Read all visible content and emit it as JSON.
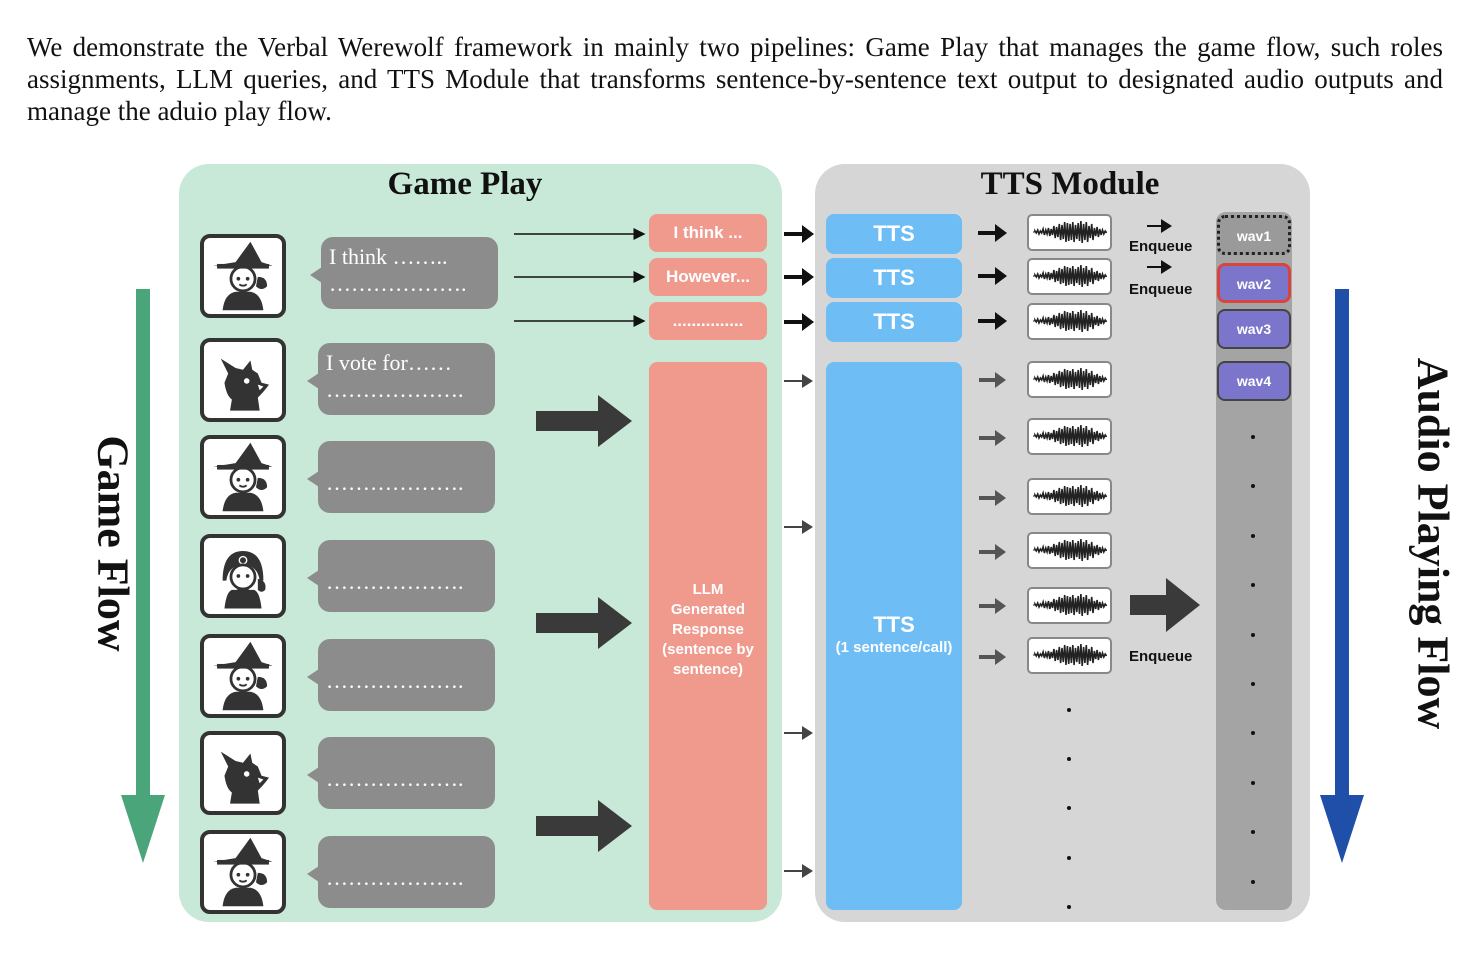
{
  "intro_text": "We demonstrate the Verbal Werewolf framework in mainly two pipelines: Game Play that manages the game flow, such roles assignments, LLM queries, and TTS Module that transforms sentence-by-sentence text output to designated audio outputs and manage the aduio play flow.",
  "game_play": {
    "title": "Game Play",
    "avatars": [
      "witch-player-icon",
      "werewolf-icon",
      "witch-player-icon",
      "seer-icon",
      "witch-player-icon",
      "werewolf-icon",
      "witch-player-icon"
    ],
    "bubbles": [
      {
        "line1": "I think ……..",
        "line2": "………………."
      },
      {
        "line1": "I vote for……",
        "line2": "………………."
      },
      {
        "line1": "",
        "line2": "………………."
      },
      {
        "line1": "",
        "line2": "………………."
      },
      {
        "line1": "",
        "line2": "………………."
      },
      {
        "line1": "",
        "line2": "………………."
      },
      {
        "line1": "",
        "line2": "………………."
      }
    ],
    "sentence_boxes": [
      "I think ...",
      "However...",
      "..............."
    ],
    "llm_box": {
      "line1": "LLM",
      "line2": "Generated",
      "line3": "Response",
      "line4": "(sentence by",
      "line5": "sentence)"
    }
  },
  "tts_module": {
    "title": "TTS Module",
    "tts_small_label": "TTS",
    "tts_big_label": "TTS",
    "tts_big_sub": "(1 sentence/call)",
    "enqueue_label": "Enqueue",
    "queue": [
      "wav1",
      "wav2",
      "wav3",
      "wav4"
    ]
  },
  "left_flow_label": "Game Flow",
  "right_flow_label": "Audio Playing Flow",
  "colors": {
    "game_play_bg": "#c8e8d8",
    "tts_bg": "#d6d6d6",
    "pink": "#f09a8e",
    "blue": "#6fbdf5",
    "queue_purple": "#7b75cc",
    "game_flow_arrow": "#4ba57a",
    "audio_flow_arrow": "#1f4fa8"
  }
}
